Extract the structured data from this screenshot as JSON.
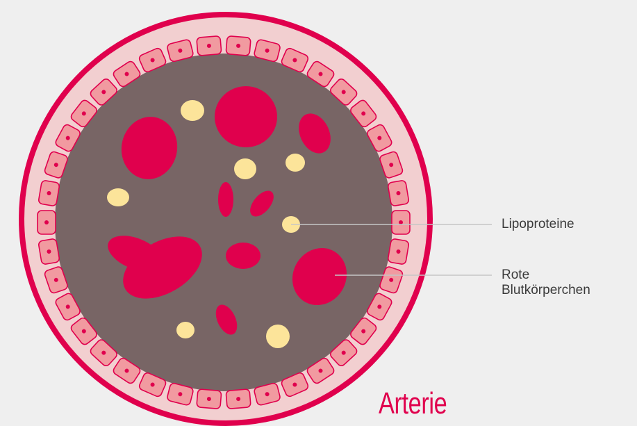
{
  "title": "Arterie",
  "labels": {
    "lipoproteins": "Lipoproteine",
    "red_blood_cells_line1": "Rote",
    "red_blood_cells_line2": "Blutkörperchen"
  },
  "colors": {
    "background": "#efefef",
    "vessel_wall_outer": "#e0004d",
    "vessel_wall_fill": "#f2cfd0",
    "endothelial_cell": "#f19aa0",
    "endothelial_nucleus": "#e0004d",
    "lumen": "#786565",
    "red_blood_cell": "#e0004d",
    "lipoprotein": "#fce49a",
    "leader_line": "#c6c6c6",
    "label_text": "#3a3a3a",
    "title_text": "#e0004d"
  }
}
